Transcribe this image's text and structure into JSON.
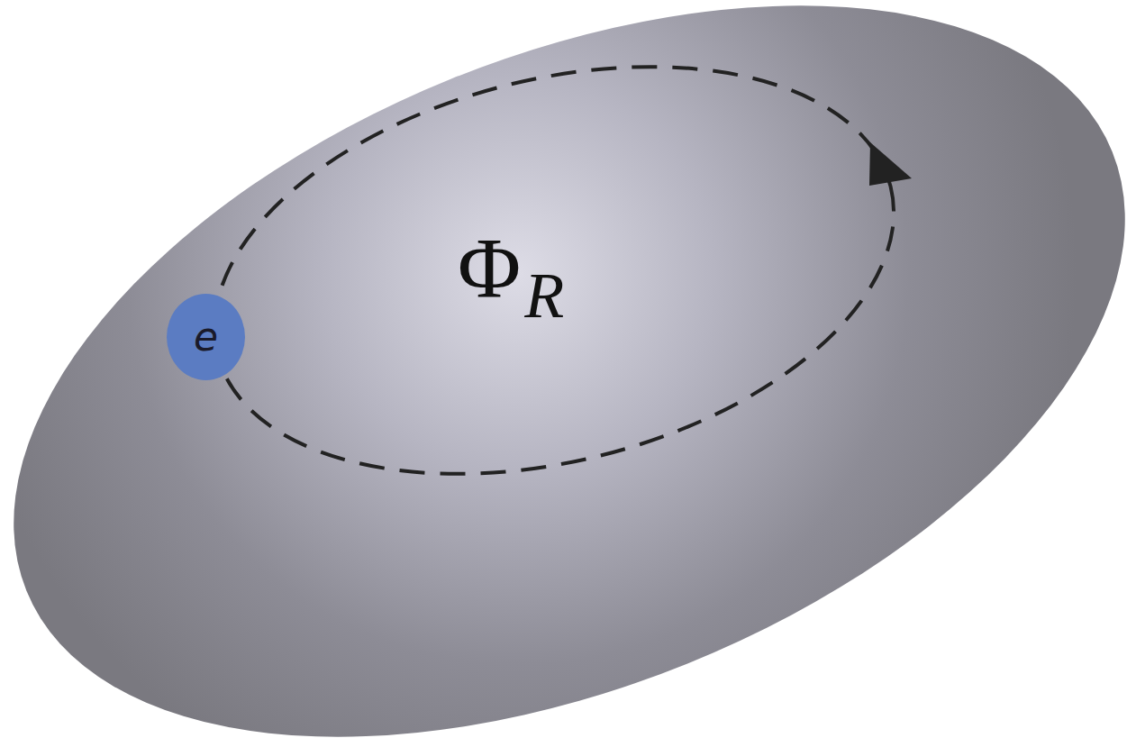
{
  "diagram": {
    "nodes": [
      {
        "text": [
          "e"
        ]
      }
    ],
    "labels": [
      "Φ",
      "R"
    ]
  }
}
